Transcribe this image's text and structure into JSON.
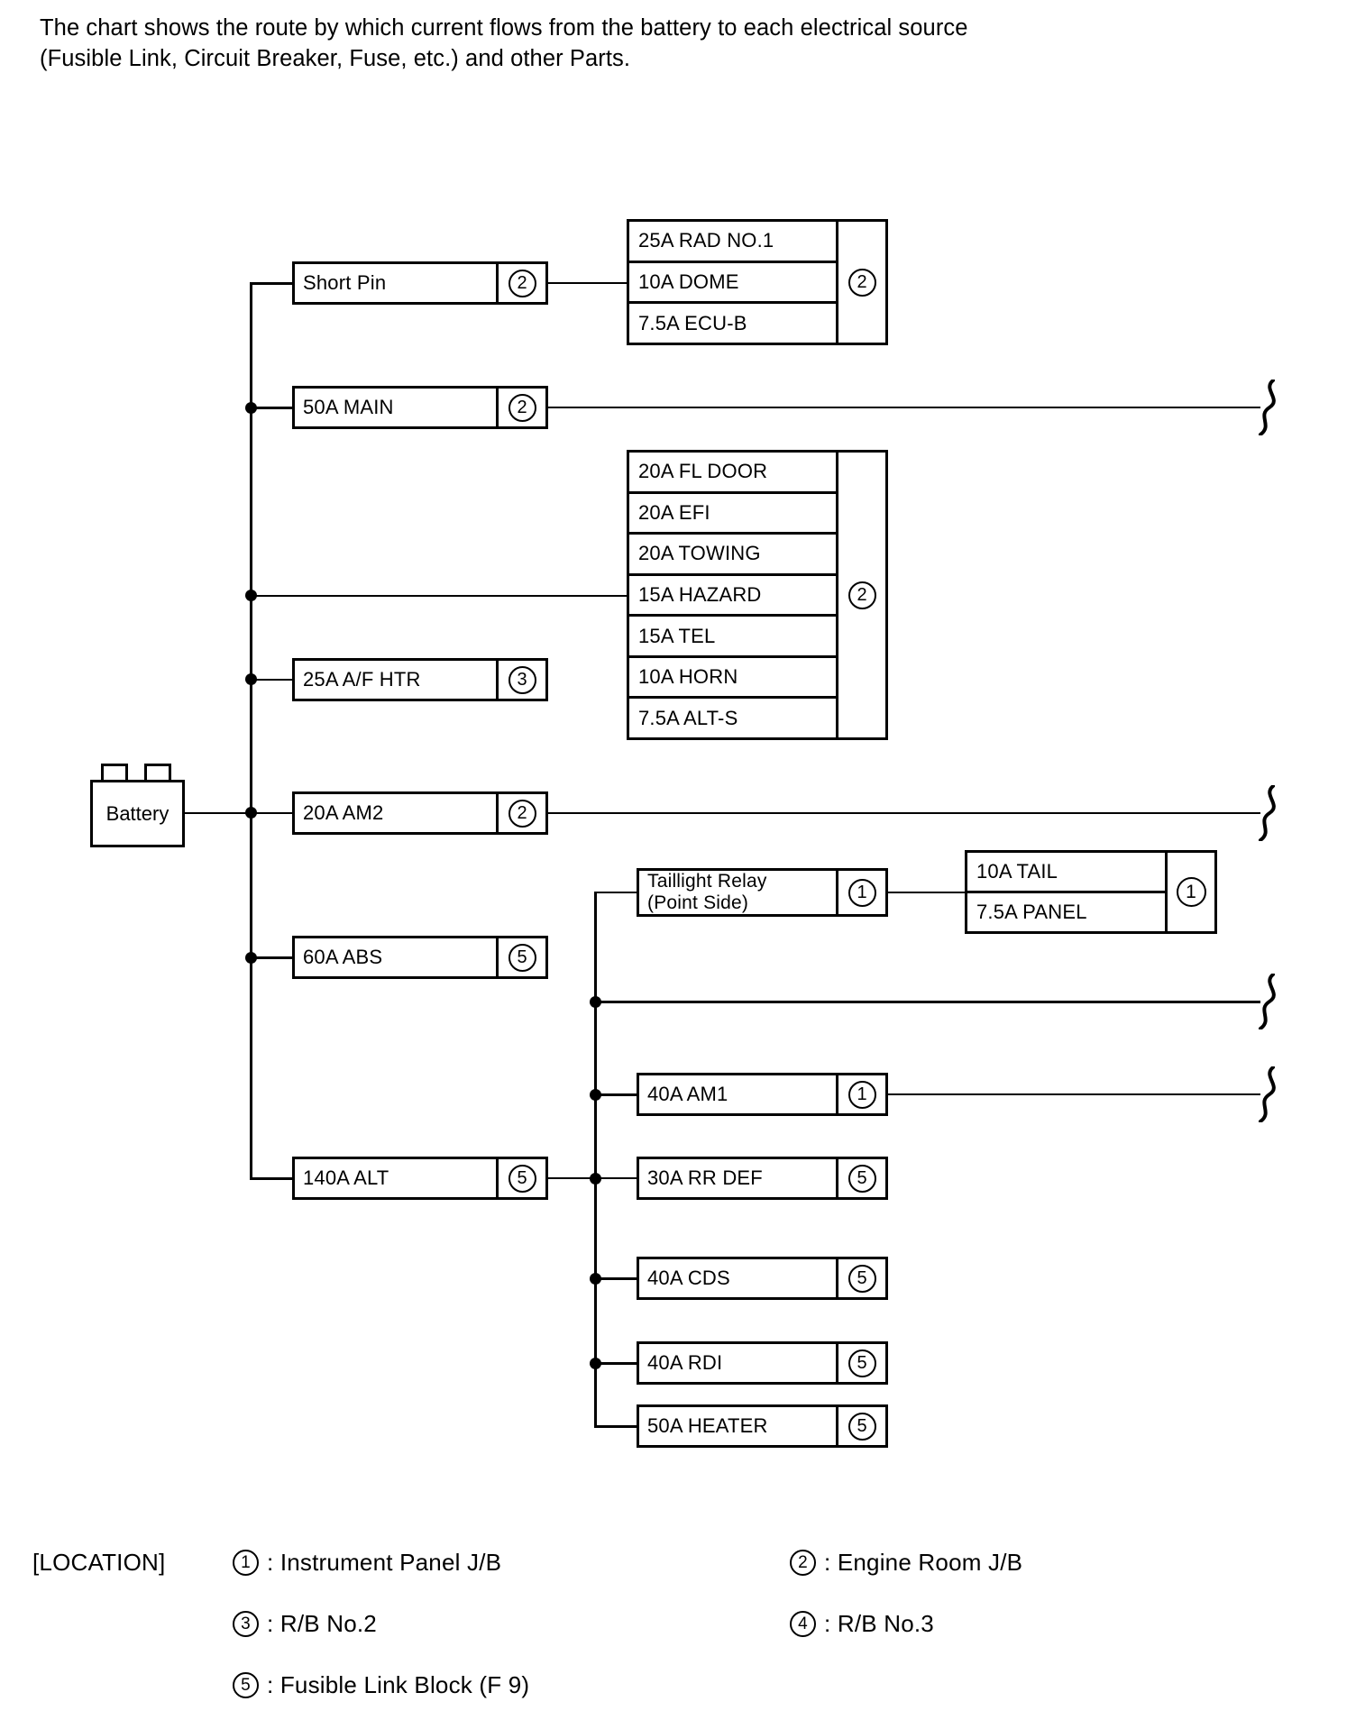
{
  "intro": {
    "line1": "The chart shows the route by which current flows from the battery to each electrical source",
    "line2": "(Fusible Link, Circuit Breaker, Fuse, etc.) and other Parts."
  },
  "chart_data": {
    "type": "diagram",
    "title": "Battery current distribution route chart",
    "source_node": {
      "label": "Battery"
    },
    "nodes": [
      {
        "id": "short-pin",
        "label": "Short Pin",
        "badge": "2",
        "column": 1
      },
      {
        "id": "fuse-50a-main",
        "label": "50A MAIN",
        "badge": "2",
        "column": 1
      },
      {
        "id": "fuse-25a-af",
        "label": "25A A/F HTR",
        "badge": "3",
        "column": 1
      },
      {
        "id": "fuse-20a-am2",
        "label": "20A AM2",
        "badge": "2",
        "column": 1
      },
      {
        "id": "fuse-60a-abs",
        "label": "60A ABS",
        "badge": "5",
        "column": 1
      },
      {
        "id": "fuse-140a-alt",
        "label": "140A ALT",
        "badge": "5",
        "column": 1
      },
      {
        "id": "taillight-relay",
        "label_line1": "Taillight Relay",
        "label_line2": "(Point Side)",
        "badge": "1",
        "column": 2
      },
      {
        "id": "fuse-40a-am1",
        "label": "40A AM1",
        "badge": "1",
        "column": 2
      },
      {
        "id": "fuse-30a-rrdef",
        "label": "30A RR DEF",
        "badge": "5",
        "column": 2
      },
      {
        "id": "fuse-40a-cds",
        "label": "40A CDS",
        "badge": "5",
        "column": 2
      },
      {
        "id": "fuse-40a-rdi",
        "label": "40A RDI",
        "badge": "5",
        "column": 2
      },
      {
        "id": "fuse-50a-heater",
        "label": "50A HEATER",
        "badge": "5",
        "column": 2
      }
    ],
    "stacks": [
      {
        "id": "stack-engine-room-top",
        "badge": "2",
        "rows": [
          "25A RAD NO.1",
          "10A DOME",
          "7.5A ECU-B"
        ]
      },
      {
        "id": "stack-engine-room-mid",
        "badge": "2",
        "rows": [
          "20A FL DOOR",
          "20A EFI",
          "20A TOWING",
          "15A HAZARD",
          "15A TEL",
          "10A HORN",
          "7.5A ALT-S"
        ]
      },
      {
        "id": "stack-instrument-panel",
        "badge": "1",
        "rows": [
          "10A TAIL",
          "7.5A PANEL"
        ]
      }
    ],
    "break_symbols": 4,
    "colors": {
      "line": "#000000",
      "background": "#ffffff"
    }
  },
  "legend": {
    "title": "[LOCATION]",
    "items": [
      {
        "num": "1",
        "text": ": Instrument Panel J/B"
      },
      {
        "num": "2",
        "text": ": Engine Room J/B"
      },
      {
        "num": "3",
        "text": ": R/B No.2"
      },
      {
        "num": "4",
        "text": ": R/B No.3"
      },
      {
        "num": "5",
        "text": ": Fusible Link Block (F 9)"
      }
    ]
  }
}
